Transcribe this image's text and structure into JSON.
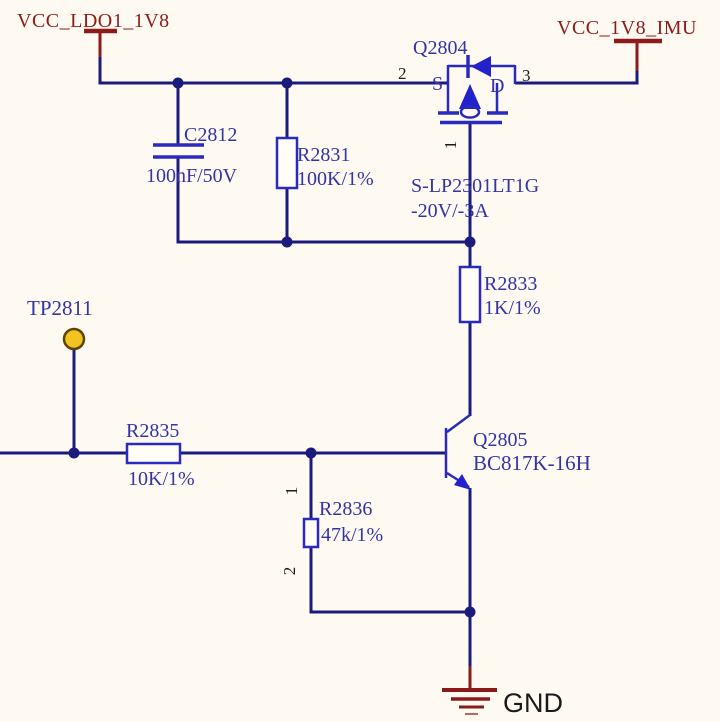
{
  "diagram_type": "circuit-schematic",
  "nets": {
    "vcc_in": "VCC_LDO1_1V8",
    "vcc_out": "VCC_1V8_IMU",
    "ground": "GND"
  },
  "components": {
    "q2804": {
      "ref": "Q2804",
      "part": "S-LP2301LT1G",
      "rating": "-20V/-3A",
      "source_label": "S",
      "drain_label": "D",
      "pin_source": "2",
      "pin_drain": "3",
      "pin_gate": "1"
    },
    "q2805": {
      "ref": "Q2805",
      "part": "BC817K-16H"
    },
    "c2812": {
      "ref": "C2812",
      "value": "100nF/50V"
    },
    "r2831": {
      "ref": "R2831",
      "value": "100K/1%"
    },
    "r2833": {
      "ref": "R2833",
      "value": "1K/1%"
    },
    "r2835": {
      "ref": "R2835",
      "value": "10K/1%"
    },
    "r2836": {
      "ref": "R2836",
      "value": "47k/1%",
      "pin_top": "1",
      "pin_bottom": "2"
    },
    "tp2811": {
      "ref": "TP2811"
    }
  },
  "colors": {
    "background": "#fefaf1",
    "wire_blue": "#1b1b7e",
    "symbol_blue": "#2a2ac0",
    "label_blue": "#3434a6",
    "power_red": "#8e1b1b",
    "pin_number_black": "#1c1c1c",
    "testpoint_yellow": "#f2c41f"
  }
}
